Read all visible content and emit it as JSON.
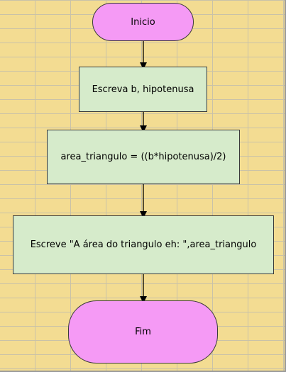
{
  "flowchart": {
    "start": "Inicio",
    "input": "Escreva b, hipotenusa",
    "compute": "area_triangulo = ((b*hipotenusa)/2)",
    "output": "Escreve \"A área do triangulo eh: \",area_triangulo",
    "end": "Fim"
  },
  "colors": {
    "background": "#f3dc92",
    "grid_line": "#c9c2a8",
    "terminal_fill": "#f59af5",
    "process_fill": "#d6ebcb",
    "border": "#3a3a3a",
    "arrow": "#000000"
  }
}
